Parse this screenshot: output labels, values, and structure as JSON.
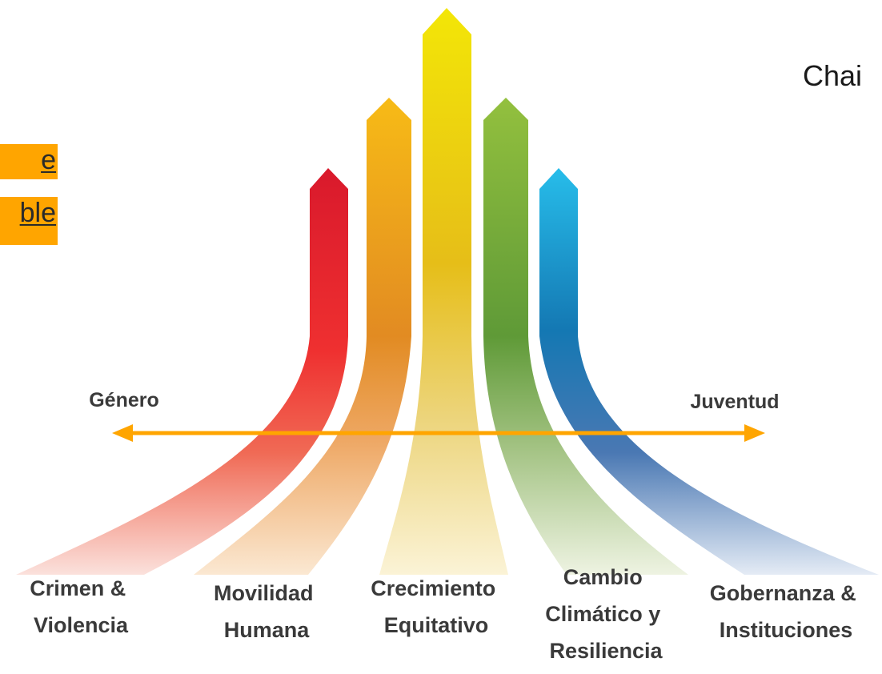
{
  "header": {
    "highlight_line1": "e",
    "highlight_line2": "ble",
    "top_right_text": "Chai"
  },
  "axis": {
    "left_label": "Género",
    "right_label": "Juventud",
    "color": "#ffa500"
  },
  "pillars": [
    {
      "label_lines": [
        "Crimen &",
        "Violencia"
      ],
      "color": "#ef3030"
    },
    {
      "label_lines": [
        "Movilidad",
        "Humana"
      ],
      "color": "#e8961e"
    },
    {
      "label_lines": [
        "Crecimiento",
        "Equitativo"
      ],
      "color": "#eed410"
    },
    {
      "label_lines": [
        "Cambio",
        "Climático y",
        "Resiliencia"
      ],
      "color": "#76ac3c"
    },
    {
      "label_lines": [
        "Gobernanza &",
        "Instituciones"
      ],
      "color": "#1f78b8"
    }
  ]
}
